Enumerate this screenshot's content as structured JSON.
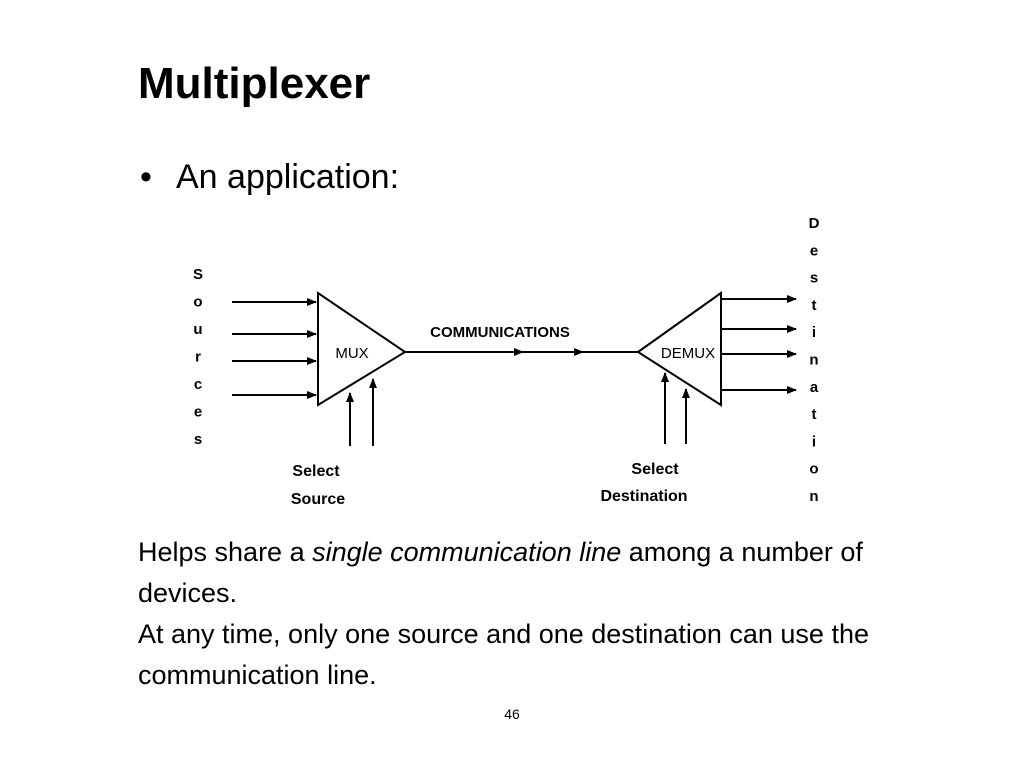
{
  "slide": {
    "title": "Multiplexer",
    "bullet": "An application:",
    "page_number": "46"
  },
  "diagram": {
    "sources_label": "Sources",
    "destination_label": "Destination",
    "mux_label": "MUX",
    "demux_label": "DEMUX",
    "line_label": "COMMUNICATIONS",
    "select_source": [
      "Select",
      "Source"
    ],
    "select_destination": [
      "Select",
      "Destination"
    ]
  },
  "body": {
    "line1_pre": "Helps share a ",
    "line1_em": "single communication line",
    "line1_post": " among a number of devices.",
    "line2": "At any time, only one source and one destination can use the communication line."
  }
}
